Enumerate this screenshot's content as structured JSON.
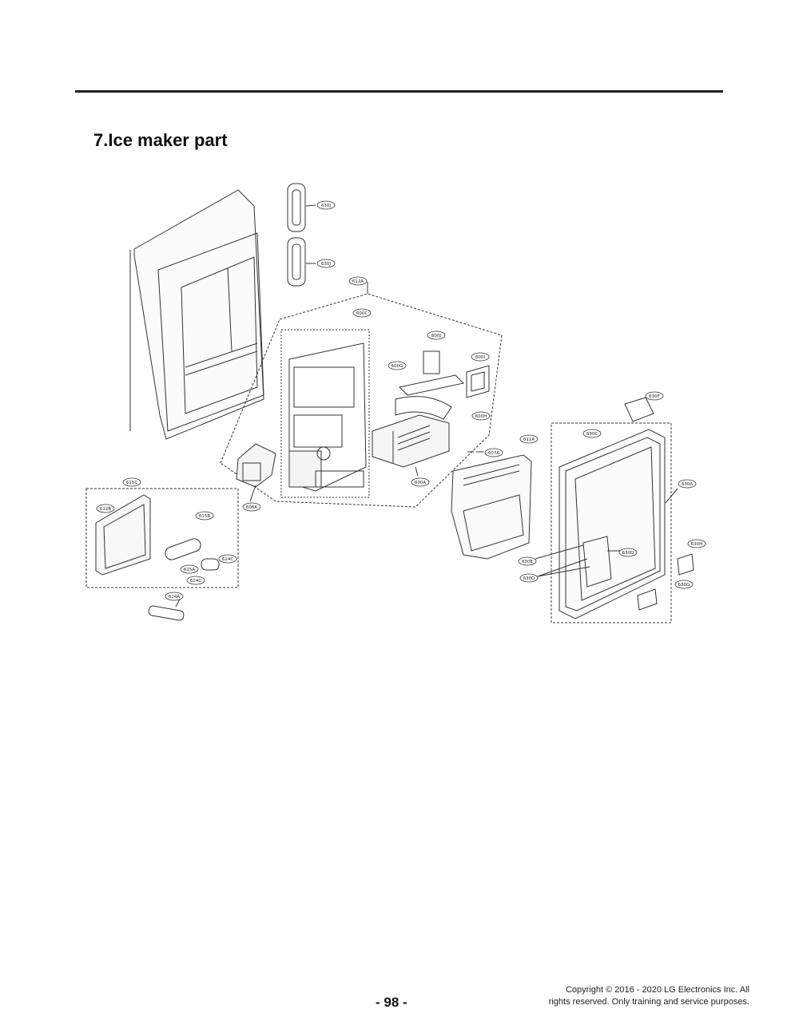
{
  "section_title": "7.Ice maker part",
  "page_number": "- 98 -",
  "copyright_line1": "Copyright © 2016 - 2020 LG Electronics Inc. All",
  "copyright_line2": "rights reserved. Only training and service purposes.",
  "part_labels": [
    {
      "id": "lbl-630j-a",
      "text": "630J"
    },
    {
      "id": "lbl-630j-b",
      "text": "630J"
    },
    {
      "id": "lbl-612a",
      "text": "612A"
    },
    {
      "id": "lbl-600c",
      "text": "600C"
    },
    {
      "id": "lbl-600j",
      "text": "600J"
    },
    {
      "id": "lbl-600g",
      "text": "600G"
    },
    {
      "id": "lbl-600i",
      "text": "600I"
    },
    {
      "id": "lbl-600h",
      "text": "600H"
    },
    {
      "id": "lbl-600a",
      "text": "600A"
    },
    {
      "id": "lbl-607a",
      "text": "607A"
    },
    {
      "id": "lbl-611a",
      "text": "611A"
    },
    {
      "id": "lbl-606a",
      "text": "606A"
    },
    {
      "id": "lbl-615c",
      "text": "615C"
    },
    {
      "id": "lbl-612b",
      "text": "612B"
    },
    {
      "id": "lbl-615b",
      "text": "615B"
    },
    {
      "id": "lbl-624c-a",
      "text": "624C"
    },
    {
      "id": "lbl-615a",
      "text": "615A"
    },
    {
      "id": "lbl-624c-b",
      "text": "624C"
    },
    {
      "id": "lbl-624a",
      "text": "624A"
    },
    {
      "id": "lbl-630c",
      "text": "630C"
    },
    {
      "id": "lbl-630f",
      "text": "630F"
    },
    {
      "id": "lbl-630a",
      "text": "630A"
    },
    {
      "id": "lbl-630e",
      "text": "630E"
    },
    {
      "id": "lbl-630d",
      "text": "630D"
    },
    {
      "id": "lbl-630q",
      "text": "630Q"
    },
    {
      "id": "lbl-630h",
      "text": "630H"
    },
    {
      "id": "lbl-630g",
      "text": "630G"
    }
  ]
}
